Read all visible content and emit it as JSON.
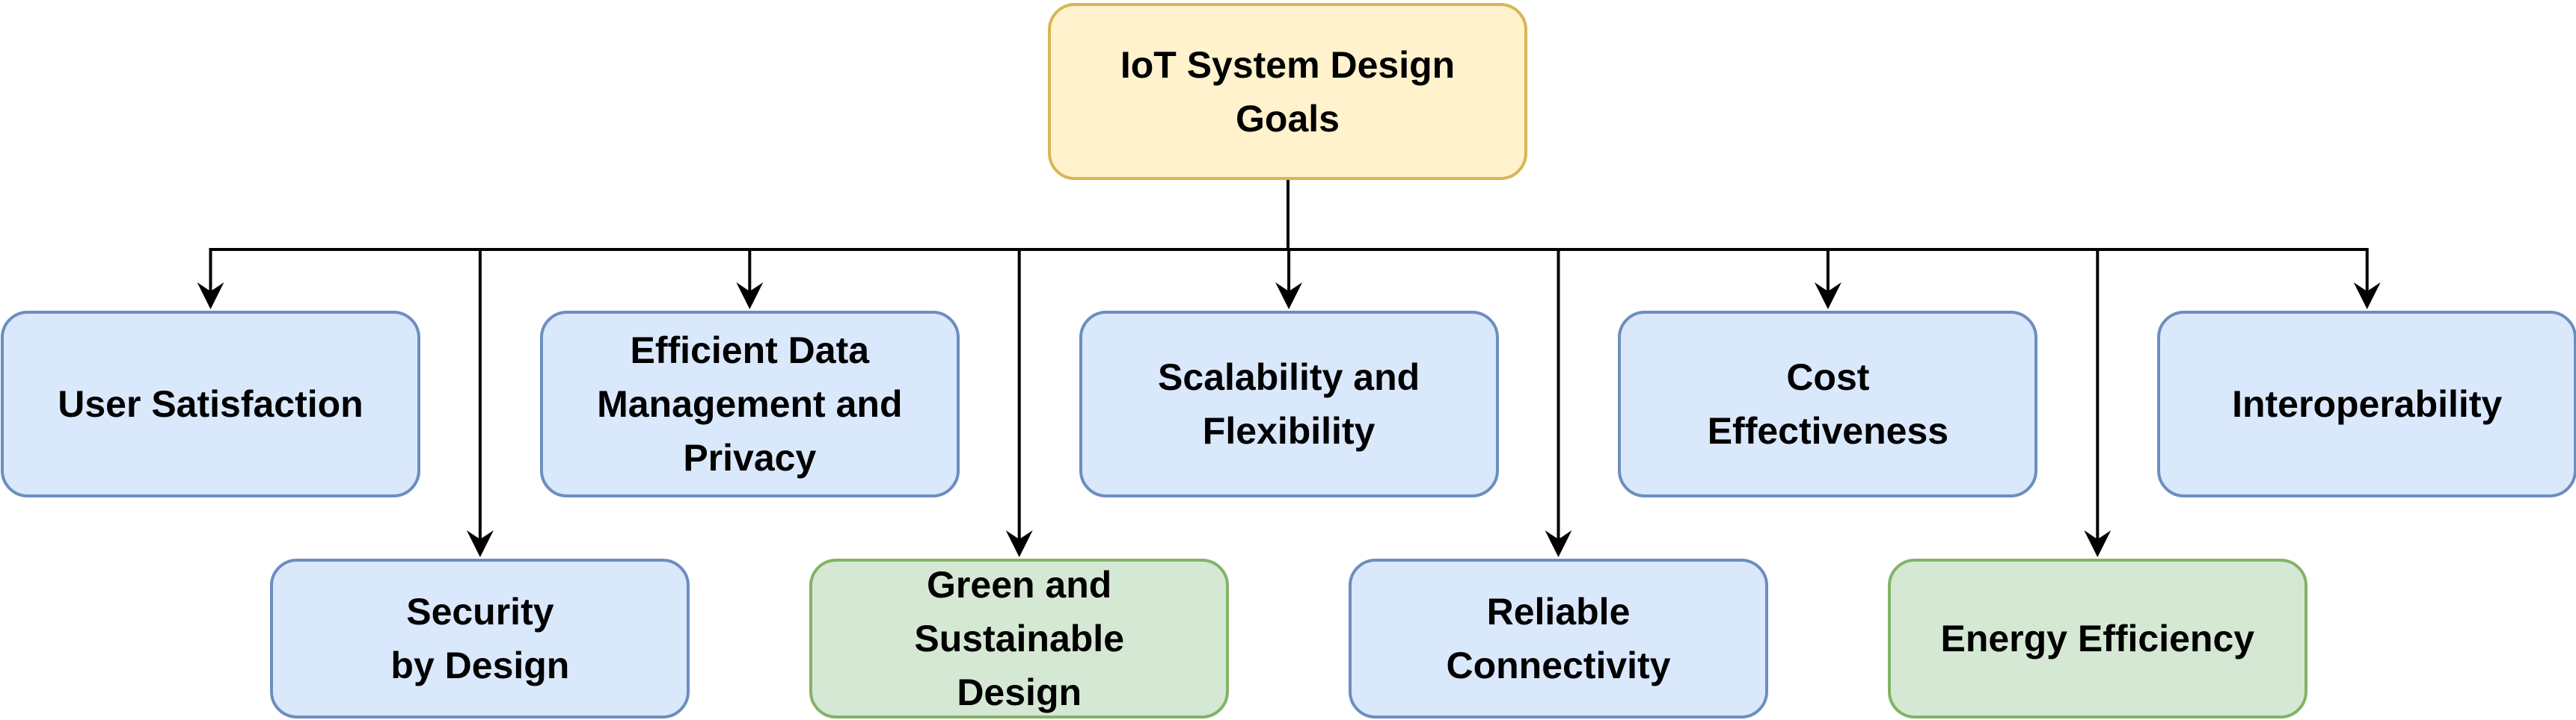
{
  "root": {
    "label": "IoT System Design\nGoals",
    "fill": "#fff2cc",
    "stroke": "#d6b656"
  },
  "goals": [
    {
      "label": "User Satisfaction",
      "color": "blue"
    },
    {
      "label": "Security\nby Design",
      "color": "blue"
    },
    {
      "label": "Efficient Data\nManagement and\nPrivacy",
      "color": "blue"
    },
    {
      "label": "Green and\nSustainable\nDesign",
      "color": "green"
    },
    {
      "label": "Scalability and\nFlexibility",
      "color": "blue"
    },
    {
      "label": "Reliable\nConnectivity",
      "color": "blue"
    },
    {
      "label": "Cost\nEffectiveness",
      "color": "blue"
    },
    {
      "label": "Energy Efficiency",
      "color": "green"
    },
    {
      "label": "Interoperability",
      "color": "blue"
    }
  ],
  "colors": {
    "blue_fill": "#dae8fc",
    "blue_stroke": "#6c8ebf",
    "green_fill": "#d5e8d4",
    "green_stroke": "#82b366"
  }
}
